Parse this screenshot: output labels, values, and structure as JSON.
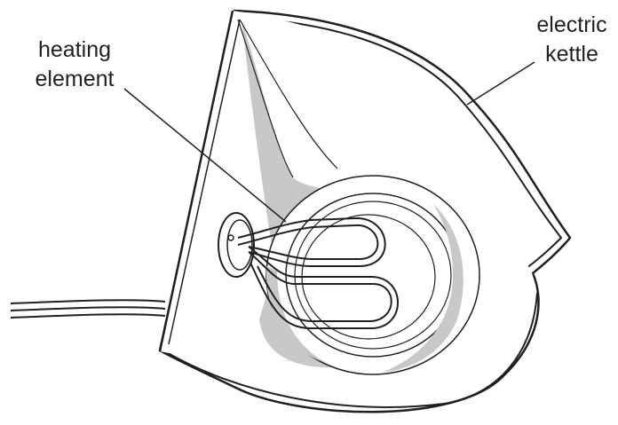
{
  "labels": {
    "heating_element": [
      "heating",
      "element"
    ],
    "electric_kettle": [
      "electric",
      "kettle"
    ]
  },
  "colors": {
    "outline": "#231f20",
    "shading": "#c8c8c8",
    "background": "#ffffff"
  }
}
